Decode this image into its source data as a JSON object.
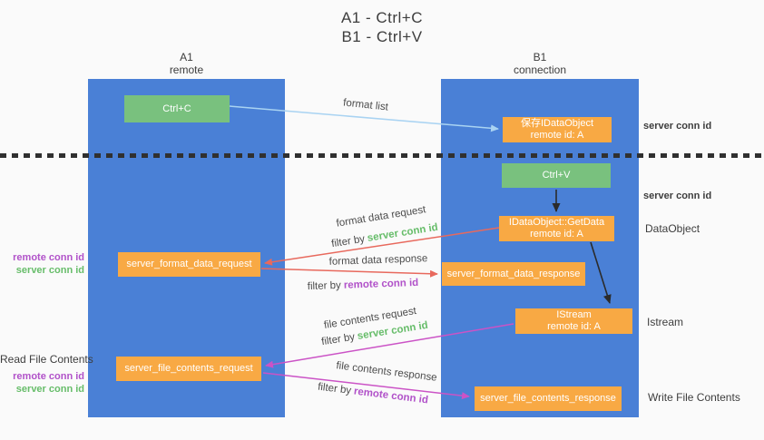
{
  "title": {
    "line1": "A1 - Ctrl+C",
    "line2": "B1 - Ctrl+V"
  },
  "lanes": {
    "left": {
      "id": "A1",
      "subtitle": "remote"
    },
    "right": {
      "id": "B1",
      "subtitle": "connection"
    }
  },
  "nodes": {
    "ctrl_c": {
      "label": "Ctrl+C"
    },
    "save_idataobject": {
      "line1": "保存IDataObject",
      "line2": "remote id: A"
    },
    "ctrl_v": {
      "label": "Ctrl+V"
    },
    "getdata": {
      "line1": "IDataObject::GetData",
      "line2": "remote id: A"
    },
    "format_request": {
      "label": "server_format_data_request"
    },
    "format_response": {
      "label": "server_format_data_response"
    },
    "istream": {
      "line1": "IStream",
      "line2": "remote id: A"
    },
    "file_request": {
      "label": "server_file_contents_request"
    },
    "file_response": {
      "label": "server_file_contents_response"
    }
  },
  "arrow_labels": {
    "format_list": "format list",
    "format_data_request": "format data request",
    "format_data_request_filter": {
      "prefix": "filter by",
      "keyword": "server conn id"
    },
    "format_data_response": "format data response",
    "format_data_response_filter": {
      "prefix": "filter by",
      "keyword": "remote conn id"
    },
    "file_contents_request": "file contents request",
    "file_contents_request_filter": {
      "prefix": "filter by",
      "keyword": "server conn id"
    },
    "file_contents_response": "file contents response",
    "file_contents_response_filter": {
      "prefix": "filter by",
      "keyword": "remote conn id"
    }
  },
  "side_labels": {
    "server_conn_id_top": "server conn id",
    "server_conn_id_mid": "server conn id",
    "dataobject": "DataObject",
    "istream": "Istream",
    "write_file_contents": "Write File Contents",
    "read_file_contents": "Read File Contents",
    "left_remote_conn_id_1": "remote conn id",
    "left_server_conn_id_1": "server conn id",
    "left_remote_conn_id_2": "remote conn id",
    "left_server_conn_id_2": "server conn id"
  },
  "colors": {
    "lane_blue": "#4a80d6",
    "node_green": "#79c17e",
    "node_orange": "#f8a944",
    "arrow_red": "#e8695d",
    "arrow_magenta": "#cb53c6",
    "arrow_lightblue": "#a9d3f2",
    "arrow_black": "#2b2b2b",
    "text_green": "#67bd6a",
    "text_purple": "#b152c9"
  }
}
